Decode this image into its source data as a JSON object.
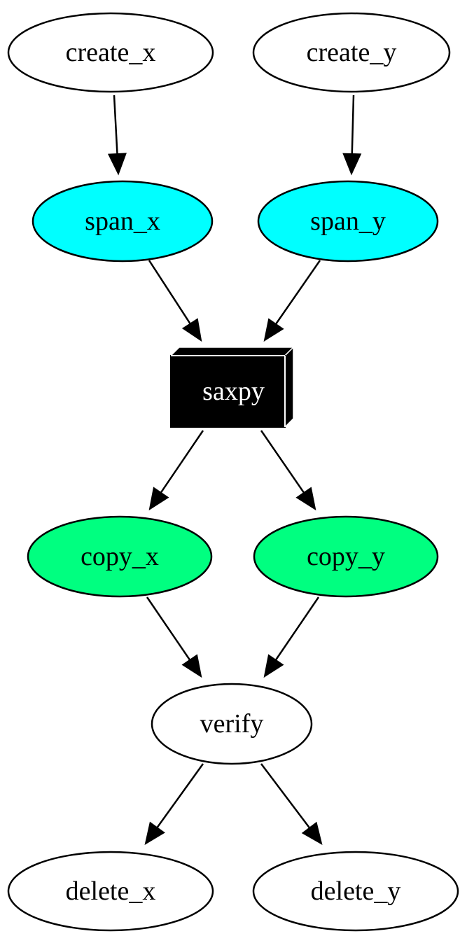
{
  "colors": {
    "background": "#ffffff",
    "stroke": "#000000",
    "cyan": "#00ffff",
    "green": "#00ff80",
    "task_fill": "#000000",
    "task_text": "#ffffff",
    "default_fill": "#ffffff"
  },
  "nodes": [
    {
      "id": "create_x",
      "label": "create_x",
      "shape": "ellipse",
      "fill": "default"
    },
    {
      "id": "create_y",
      "label": "create_y",
      "shape": "ellipse",
      "fill": "default"
    },
    {
      "id": "span_x",
      "label": "span_x",
      "shape": "ellipse",
      "fill": "cyan"
    },
    {
      "id": "span_y",
      "label": "span_y",
      "shape": "ellipse",
      "fill": "cyan"
    },
    {
      "id": "saxpy",
      "label": "saxpy",
      "shape": "box3d",
      "fill": "task"
    },
    {
      "id": "copy_x",
      "label": "copy_x",
      "shape": "ellipse",
      "fill": "green"
    },
    {
      "id": "copy_y",
      "label": "copy_y",
      "shape": "ellipse",
      "fill": "green"
    },
    {
      "id": "verify",
      "label": "verify",
      "shape": "ellipse",
      "fill": "default"
    },
    {
      "id": "delete_x",
      "label": "delete_x",
      "shape": "ellipse",
      "fill": "default"
    },
    {
      "id": "delete_y",
      "label": "delete_y",
      "shape": "ellipse",
      "fill": "default"
    }
  ],
  "edges": [
    {
      "from": "create_x",
      "to": "span_x"
    },
    {
      "from": "create_y",
      "to": "span_y"
    },
    {
      "from": "span_x",
      "to": "saxpy"
    },
    {
      "from": "span_y",
      "to": "saxpy"
    },
    {
      "from": "saxpy",
      "to": "copy_x"
    },
    {
      "from": "saxpy",
      "to": "copy_y"
    },
    {
      "from": "copy_x",
      "to": "verify"
    },
    {
      "from": "copy_y",
      "to": "verify"
    },
    {
      "from": "verify",
      "to": "delete_x"
    },
    {
      "from": "verify",
      "to": "delete_y"
    }
  ]
}
